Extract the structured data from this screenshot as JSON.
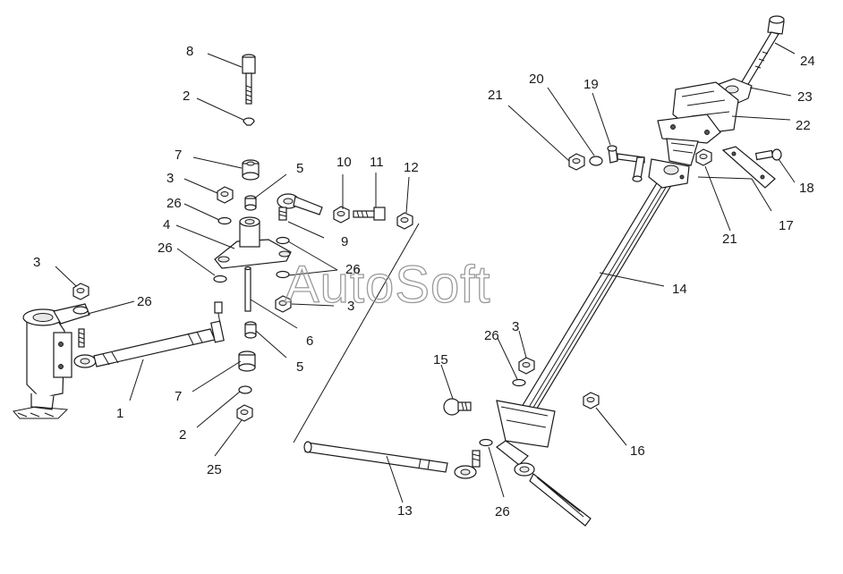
{
  "watermark": "AutoSoft",
  "callouts": [
    {
      "id": "p8",
      "text": "8"
    },
    {
      "id": "p2a",
      "text": "2"
    },
    {
      "id": "p7a",
      "text": "7"
    },
    {
      "id": "p5a",
      "text": "5"
    },
    {
      "id": "p3a",
      "text": "3"
    },
    {
      "id": "p26a",
      "text": "26"
    },
    {
      "id": "p4",
      "text": "4"
    },
    {
      "id": "p26b",
      "text": "26"
    },
    {
      "id": "p3b",
      "text": "3"
    },
    {
      "id": "p26c",
      "text": "26"
    },
    {
      "id": "p26d",
      "text": "26"
    },
    {
      "id": "p3c",
      "text": "3"
    },
    {
      "id": "p6",
      "text": "6"
    },
    {
      "id": "p5b",
      "text": "5"
    },
    {
      "id": "p7b",
      "text": "7"
    },
    {
      "id": "p2b",
      "text": "2"
    },
    {
      "id": "p25",
      "text": "25"
    },
    {
      "id": "p1",
      "text": "1"
    },
    {
      "id": "p10",
      "text": "10"
    },
    {
      "id": "p11",
      "text": "11"
    },
    {
      "id": "p12",
      "text": "12"
    },
    {
      "id": "p9",
      "text": "9"
    },
    {
      "id": "p13",
      "text": "13"
    },
    {
      "id": "p21a",
      "text": "21"
    },
    {
      "id": "p20",
      "text": "20"
    },
    {
      "id": "p19",
      "text": "19"
    },
    {
      "id": "p24",
      "text": "24"
    },
    {
      "id": "p23",
      "text": "23"
    },
    {
      "id": "p22",
      "text": "22"
    },
    {
      "id": "p18",
      "text": "18"
    },
    {
      "id": "p17",
      "text": "17"
    },
    {
      "id": "p21b",
      "text": "21"
    },
    {
      "id": "p14",
      "text": "14"
    },
    {
      "id": "p26e",
      "text": "26"
    },
    {
      "id": "p3d",
      "text": "3"
    },
    {
      "id": "p15",
      "text": "15"
    },
    {
      "id": "p16",
      "text": "16"
    },
    {
      "id": "p26f",
      "text": "26"
    }
  ]
}
